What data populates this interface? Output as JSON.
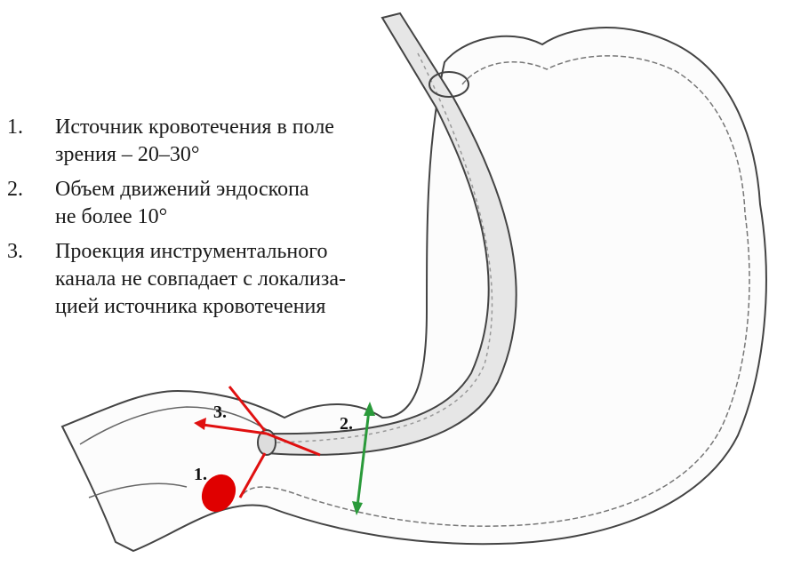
{
  "legend": {
    "items": [
      {
        "num": "1.",
        "lines": [
          "Источник кровотечения в поле",
          "зрения – 20–30°"
        ]
      },
      {
        "num": "2.",
        "lines": [
          "Объем движений эндоскопа",
          "не более 10°"
        ]
      },
      {
        "num": "3.",
        "lines": [
          "Проекция инструментального",
          "канала не совпадает с локализа-",
          "цией источника кровотечения"
        ]
      }
    ]
  },
  "markers": {
    "m1": "1.",
    "m2": "2.",
    "m3": "3."
  },
  "colors": {
    "annotation_red": "#e01010",
    "arrow_green": "#2a9a3a",
    "bleed_spot": "#e00000",
    "line": "#444444"
  }
}
